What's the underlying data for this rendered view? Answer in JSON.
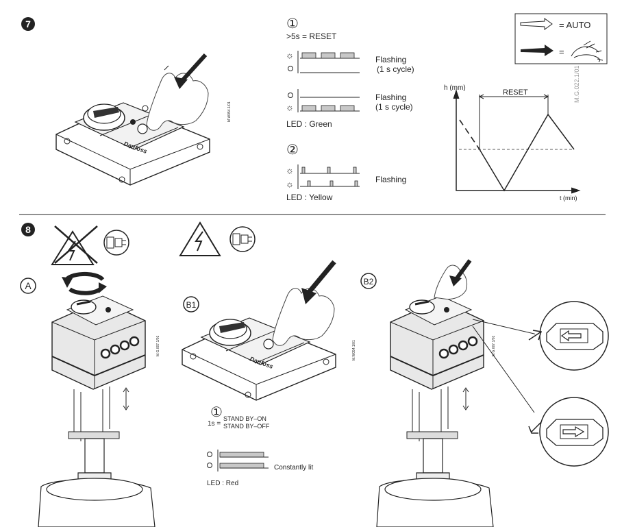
{
  "section7": {
    "step_number": "7",
    "step1_circle": "①",
    "reset_rule": ">5s = RESET",
    "pattern1_label_line1": "Flashing",
    "pattern1_label_line2": "(1 s cycle)",
    "pattern2_label_line1": "Flashing",
    "pattern2_label_line2": "(1 s cycle)",
    "led_green": "LED : Green",
    "step2_circle": "②",
    "pattern3_label": "Flashing",
    "led_yellow": "LED : Yellow",
    "legend_auto": "= AUTO",
    "legend_manual_eq": "=",
    "graph_y_label": "h (mm)",
    "graph_reset_label": "RESET",
    "graph_x_label": "t (min)",
    "graph_code": "M.G.022.1/01",
    "device_code": "M.W054.1/01"
  },
  "section8": {
    "step_number": "8",
    "variant_a": "A",
    "variant_b1": "B1",
    "variant_b2": "B2",
    "step1_circle": "①",
    "standby_prefix": "1s =",
    "standby_on": "STAND BY–ON",
    "standby_off": "STAND BY–OFF",
    "constantly_lit": "Constantly lit",
    "led_red": "LED : Red",
    "device_code_a": "M.G.007.1/01",
    "device_code_b1": "M.W054.1/01",
    "device_code_b2": "M.G.007.1/01"
  }
}
